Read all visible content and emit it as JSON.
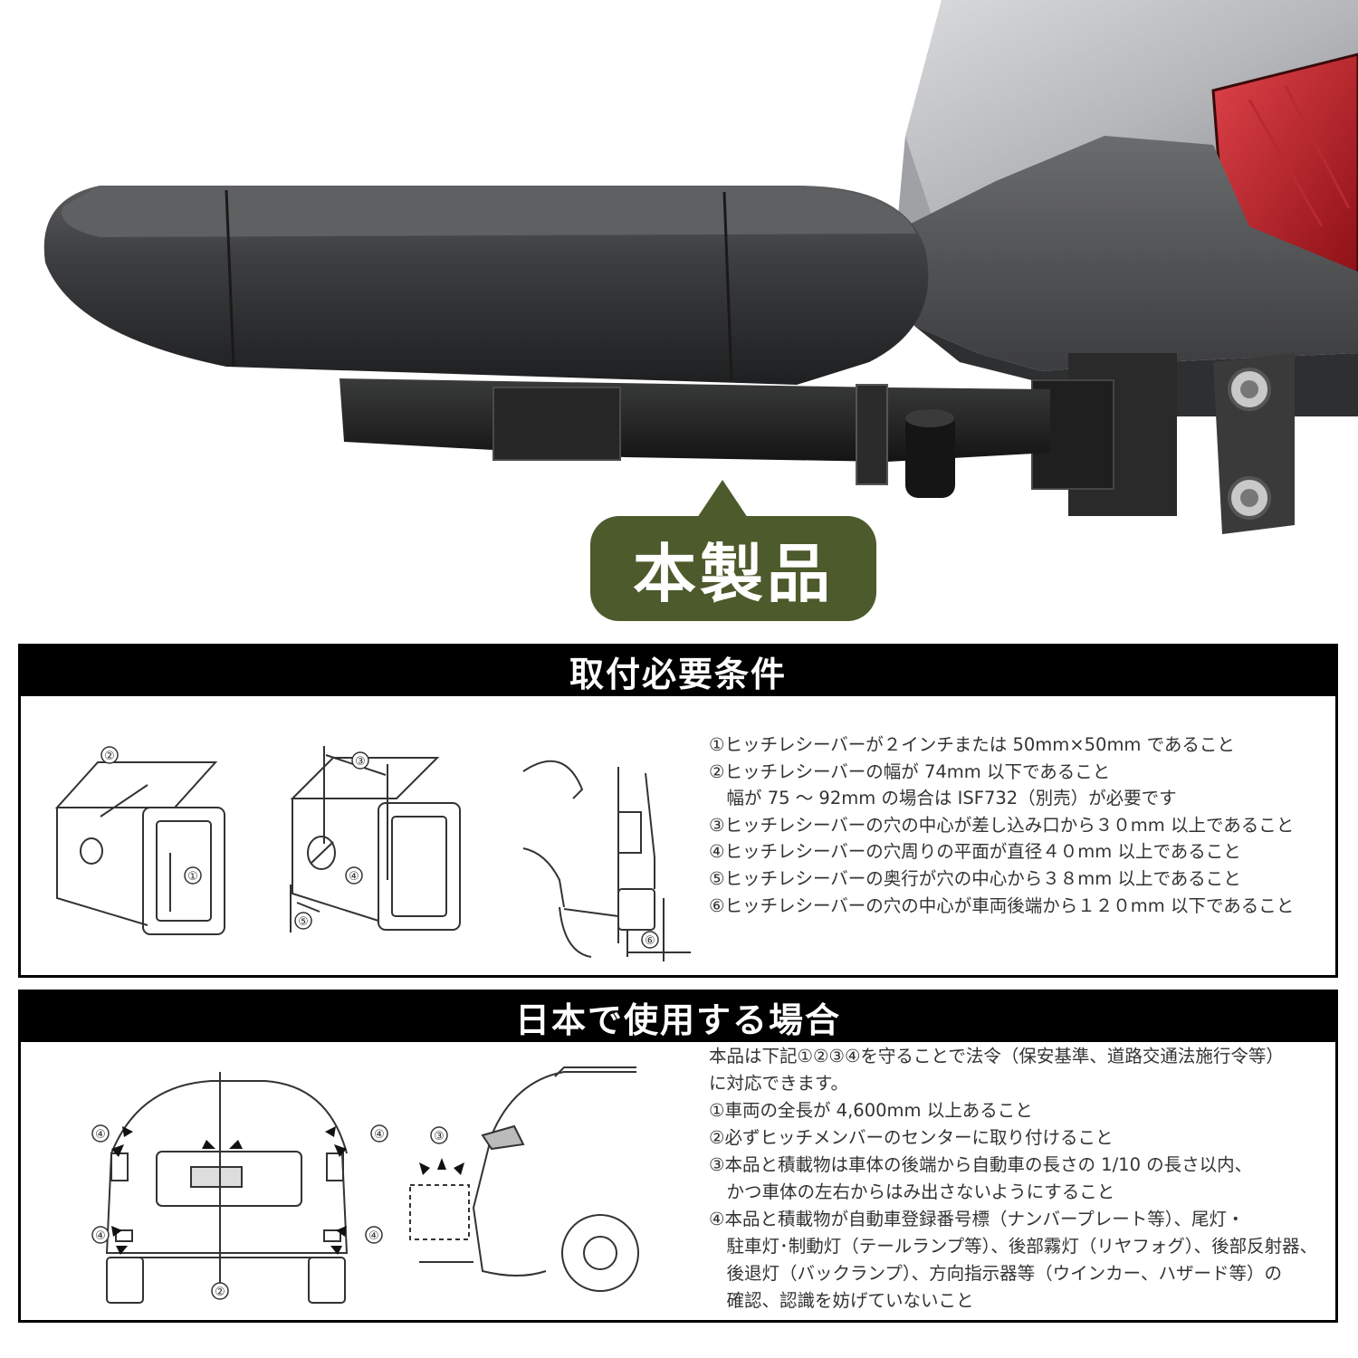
{
  "callout": {
    "label": "本製品"
  },
  "requirements": {
    "title": "取付必要条件",
    "markers": [
      "①",
      "②",
      "③",
      "④",
      "⑤",
      "⑥"
    ],
    "items": [
      "①ヒッチレシーバーが２インチまたは 50mm×50mm であること",
      "②ヒッチレシーバーの幅が 74mm 以下であること",
      "　幅が 75 ～ 92mm の場合は ISF732（別売）が必要です",
      "③ヒッチレシーバーの穴の中心が差し込み口から３０mm 以上であること",
      "④ヒッチレシーバーの穴周りの平面が直径４０mm 以上であること",
      "⑤ヒッチレシーバーの奥行が穴の中心から３８mm 以上であること",
      "⑥ヒッチレシーバーの穴の中心が車両後端から１２０mm 以下であること"
    ]
  },
  "japan_use": {
    "title": "日本で使用する場合",
    "markers": [
      "②",
      "③",
      "④"
    ],
    "items": [
      "本品は下記①②③④を守ることで法令（保安基準、道路交通法施行令等）",
      "に対応できます。",
      "①車両の全長が 4,600mm 以上あること",
      "②必ずヒッチメンバーのセンターに取り付けること",
      "③本品と積載物は車体の後端から自動車の長さの 1/10 の長さ以内、",
      "　かつ車体の左右からはみ出さないようにすること",
      "④本品と積載物が自動車登録番号標（ナンバープレート等）、尾灯・",
      "　駐車灯･制動灯（テールランプ等）、後部霧灯（リヤフォグ）、後部反射器、",
      "　後退灯（バックランプ）、方向指示器等（ウインカー、ハザード等）の",
      "　確認、認識を妨げていないこと"
    ]
  }
}
